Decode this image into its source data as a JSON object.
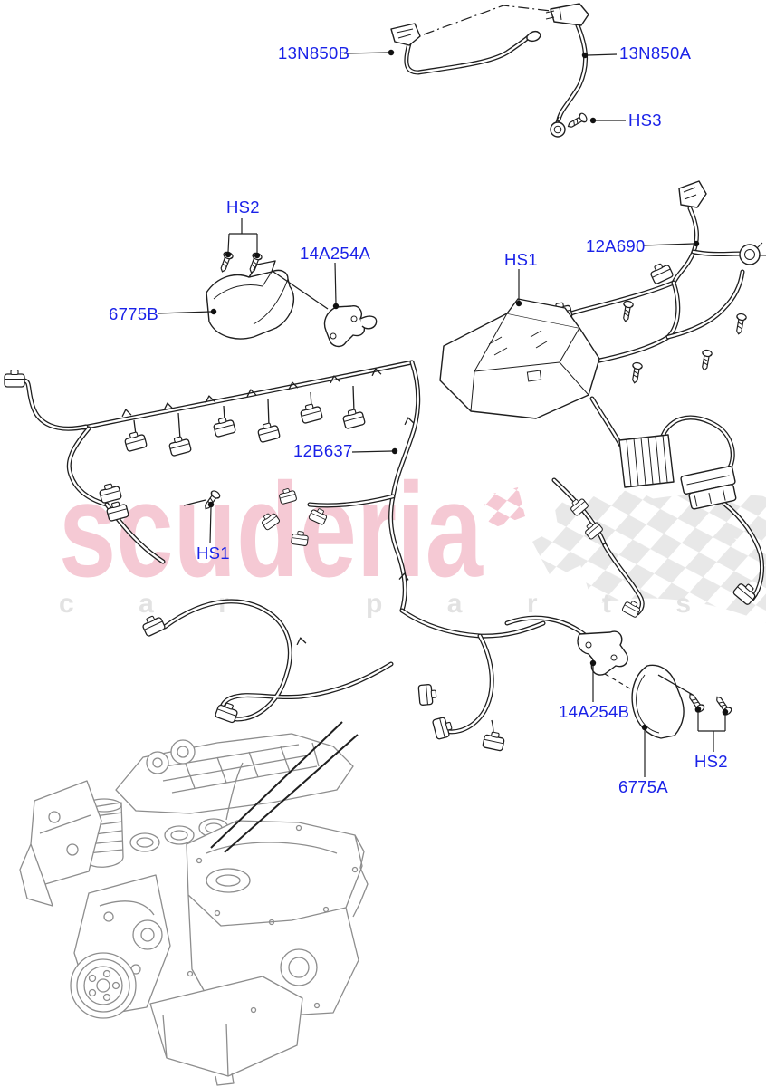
{
  "watermark": {
    "brand": "scuderia",
    "subtitle": "car parts"
  },
  "colors": {
    "label_blue": "#1a22e8",
    "line_black": "#1f1f1f",
    "engine_gray": "#8d8d8d",
    "watermark_pink": "#f5c9d4",
    "watermark_text_gray": "#e2e2e2",
    "flag_gray": "#e8e8e8",
    "background": "#ffffff"
  },
  "callouts": [
    {
      "part": "13N850B"
    },
    {
      "part": "13N850A"
    },
    {
      "part": "HS3"
    },
    {
      "part": "HS2"
    },
    {
      "part": "14A254A"
    },
    {
      "part": "6775B"
    },
    {
      "part": "HS1"
    },
    {
      "part": "12A690"
    },
    {
      "part": "12B637"
    },
    {
      "part": "HS1"
    },
    {
      "part": "14A254B"
    },
    {
      "part": "6775A"
    },
    {
      "part": "HS2"
    }
  ]
}
